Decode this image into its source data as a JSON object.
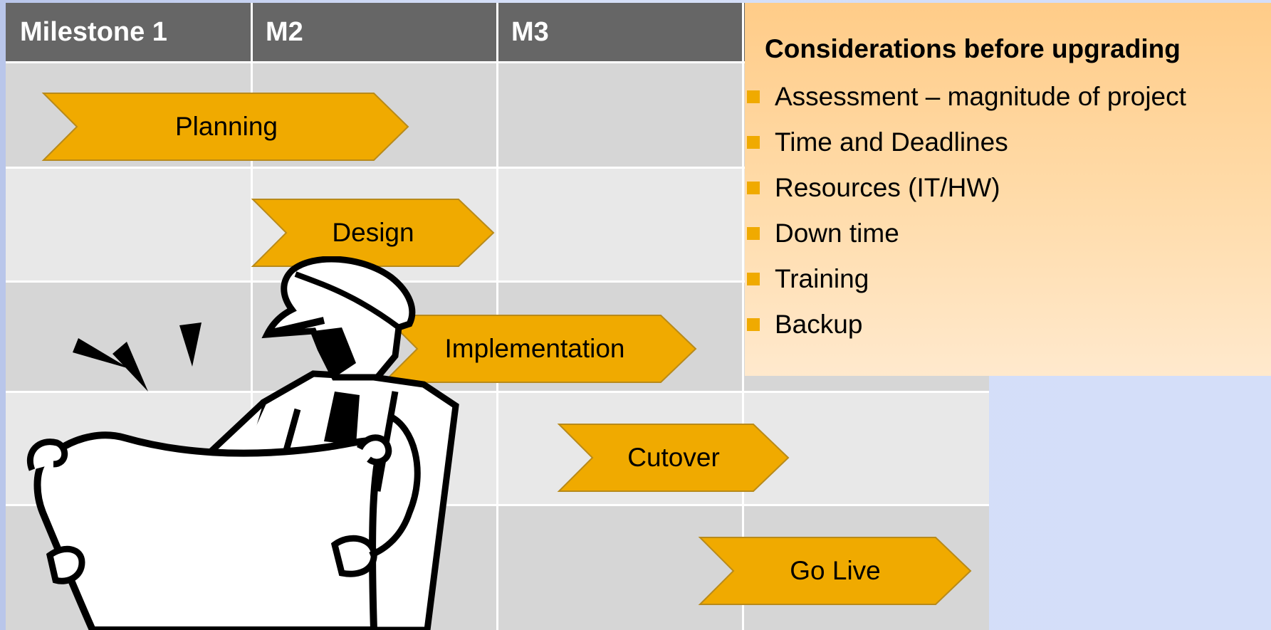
{
  "timeline": {
    "columns": [
      "Milestone 1",
      "M2",
      "M3",
      ""
    ],
    "phases": [
      {
        "label": "Planning",
        "color": "#f0aa00"
      },
      {
        "label": "Design",
        "color": "#f0aa00"
      },
      {
        "label": "Implementation",
        "color": "#f0aa00"
      },
      {
        "label": "Cutover",
        "color": "#f0aa00"
      },
      {
        "label": "Go Live",
        "color": "#f0aa00"
      }
    ]
  },
  "considerations": {
    "title": "Considerations before upgrading",
    "items": [
      "Assessment – magnitude of project",
      "Time and Deadlines",
      "Resources (IT/HW)",
      "Down time",
      "Training",
      "Backup"
    ],
    "bullet_color": "#f0aa00"
  },
  "illustration": {
    "icon": "construction-worker-reading-blueprint-icon"
  },
  "colors": {
    "header": "#666666",
    "row_dark": "#d6d6d6",
    "row_light": "#e8e8e8",
    "chevron": "#f0aa00",
    "chevron_border": "#b88a1a"
  }
}
